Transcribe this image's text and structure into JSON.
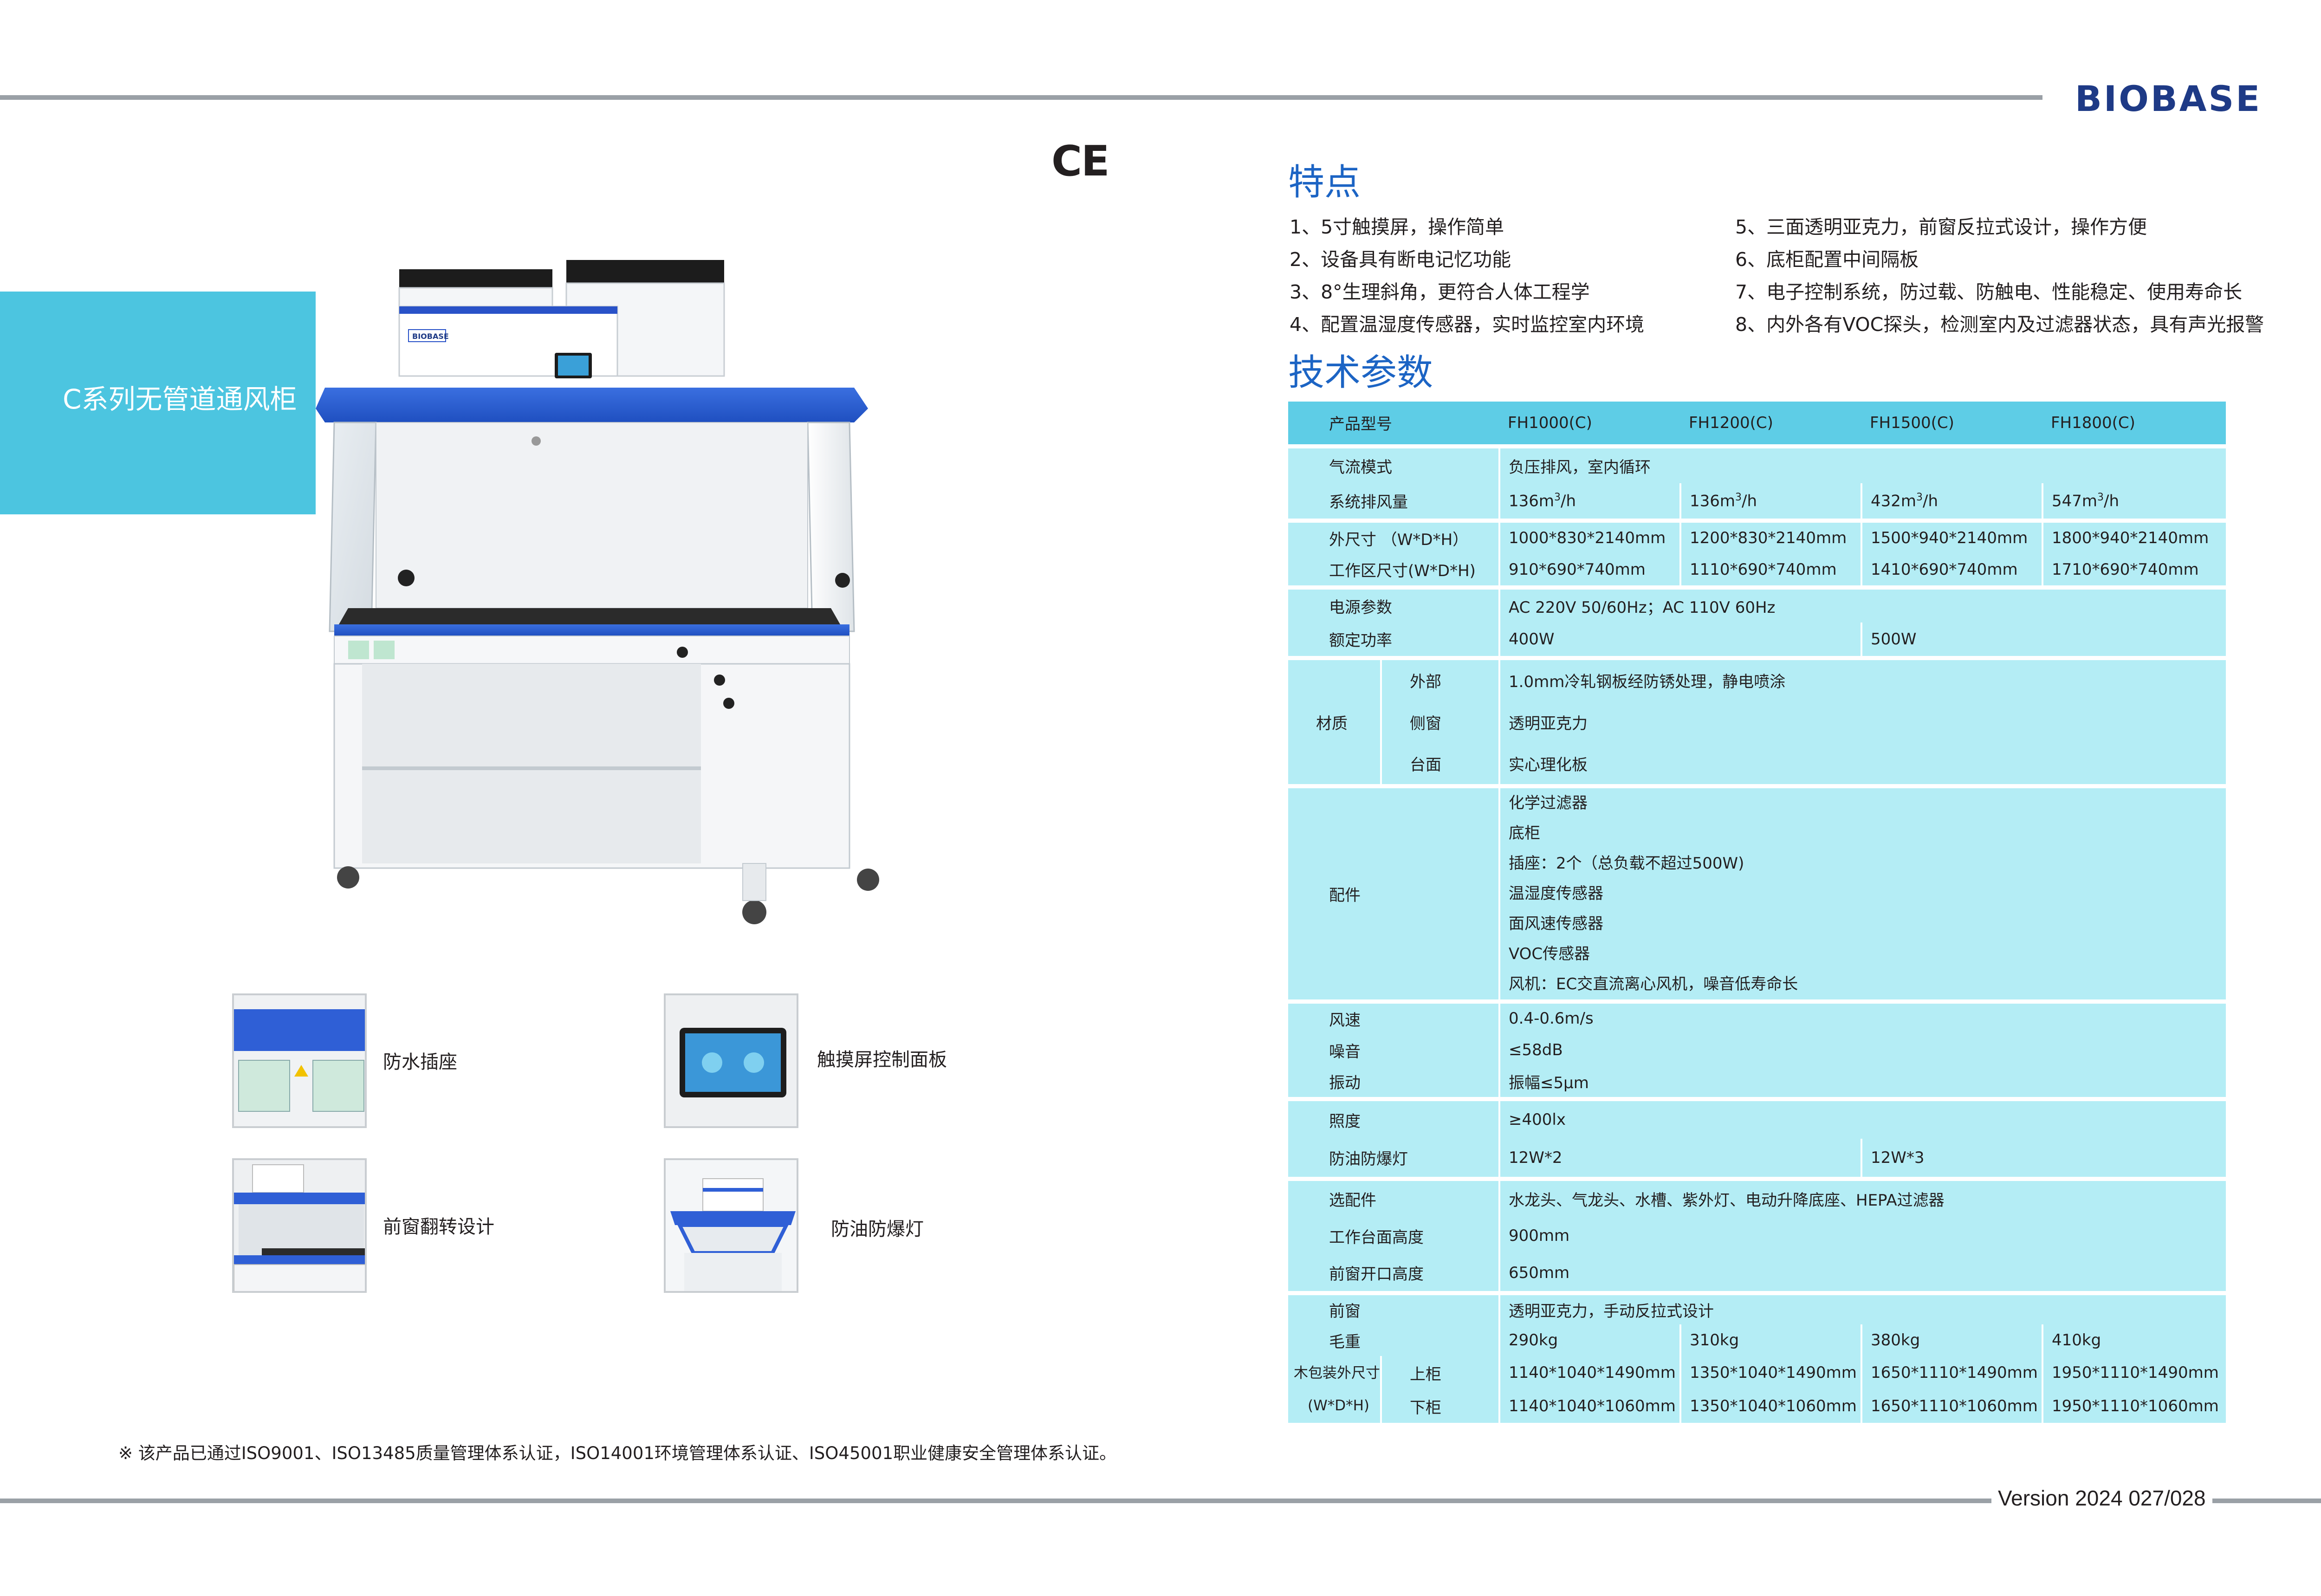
{
  "header": {
    "brand": "BIOBASE",
    "ce_mark": "CE"
  },
  "series_title": "C系列无管道通风柜",
  "product_logo": "BIOBASE",
  "thumbnails": [
    {
      "label": "防水插座"
    },
    {
      "label": "触摸屏控制面板"
    },
    {
      "label": "前窗翻转设计"
    },
    {
      "label": "防油防爆灯"
    }
  ],
  "footnote": "※ 该产品已通过ISO9001、ISO13485质量管理体系认证，ISO14001环境管理体系认证、ISO45001职业健康安全管理体系认证。",
  "features": {
    "title": "特点",
    "left": [
      "1、5寸触摸屏，操作简单",
      "2、设备具有断电记忆功能",
      "3、8°生理斜角，更符合人体工程学",
      "4、配置温湿度传感器，实时监控室内环境"
    ],
    "right": [
      "5、三面透明亚克力，前窗反拉式设计，操作方便",
      "6、底柜配置中间隔板",
      "7、电子控制系统，防过载、防触电、性能稳定、使用寿命长",
      "8、内外各有VOC探头，检测室内及过滤器状态，具有声光报警"
    ]
  },
  "specs": {
    "title": "技术参数",
    "model_label": "产品型号",
    "models": [
      "FH1000(C)",
      "FH1200(C)",
      "FH1500(C)",
      "FH1800(C)"
    ],
    "airflow_label": "气流模式",
    "airflow_value": "负压排风，室内循环",
    "exhaust_label": "系统排风量",
    "exhaust_values": [
      "136m",
      "136m",
      "432m",
      "547m"
    ],
    "exhaust_unit_sup": "3",
    "exhaust_unit_tail": "/h",
    "outer_label": "外尺寸 （W*D*H）",
    "outer_values": [
      "1000*830*2140mm",
      "1200*830*2140mm",
      "1500*940*2140mm",
      "1800*940*2140mm"
    ],
    "work_label": "工作区尺寸(W*D*H)",
    "work_values": [
      "910*690*740mm",
      "1110*690*740mm",
      "1410*690*740mm",
      "1710*690*740mm"
    ],
    "power_label": "电源参数",
    "power_value": "AC 220V 50/60Hz；AC 110V 60Hz",
    "rated_label": "额定功率",
    "rated_values": [
      "400W",
      "500W"
    ],
    "material_label": "材质",
    "material_rows": [
      {
        "label": "外部",
        "value": "1.0mm冷轧钢板经防锈处理，静电喷涂"
      },
      {
        "label": "侧窗",
        "value": "透明亚克力"
      },
      {
        "label": "台面",
        "value": "实心理化板"
      }
    ],
    "accessory_label": "配件",
    "accessories": [
      "化学过滤器",
      "底柜",
      "插座：2个（总负载不超过500W)",
      "温湿度传感器",
      "面风速传感器",
      "VOC传感器",
      "风机：EC交直流离心风机，噪音低寿命长"
    ],
    "wind_label": "风速",
    "wind_value": "0.4-0.6m/s",
    "noise_label": "噪音",
    "noise_value": "≤58dB",
    "vibration_label": "振动",
    "vibration_value": "振幅≤5μm",
    "illum_label": "照度",
    "illum_value": "≥400lx",
    "lamp_label": "防油防爆灯",
    "lamp_values": [
      "12W*2",
      "12W*3"
    ],
    "option_label": "选配件",
    "option_value": "水龙头、气龙头、水槽、紫外灯、电动升降底座、HEPA过滤器",
    "worktop_label": "工作台面高度",
    "worktop_value": "900mm",
    "opening_label": "前窗开口高度",
    "opening_value": "650mm",
    "front_label": "前窗",
    "front_value": "透明亚克力，手动反拉式设计",
    "weight_label": "毛重",
    "weight_values": [
      "290kg",
      "310kg",
      "380kg",
      "410kg"
    ],
    "pack_label_1": "木包装外尺寸",
    "pack_label_2": "(W*D*H)",
    "pack_upper_label": "上柜",
    "pack_upper_values": [
      "1140*1040*1490mm",
      "1350*1040*1490mm",
      "1650*1110*1490mm",
      "1950*1110*1490mm"
    ],
    "pack_lower_label": "下柜",
    "pack_lower_values": [
      "1140*1040*1060mm",
      "1350*1040*1060mm",
      "1650*1110*1060mm",
      "1950*1110*1060mm"
    ]
  },
  "version": "Version 2024  027/028"
}
